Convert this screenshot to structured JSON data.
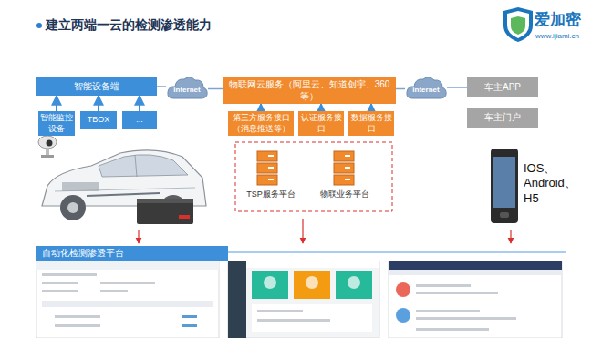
{
  "diagram": {
    "title": "建立两端一云的检测渗透能力",
    "nodes": [
      {
        "text": [
          "智能设备端"
        ]
      },
      {
        "text": [
          "智能监控设备"
        ]
      },
      {
        "text": [
          "TBOX"
        ]
      },
      {
        "text": [
          "..."
        ]
      },
      {
        "text": [
          "internet"
        ]
      },
      {
        "text": [
          "物联网云服务（阿里云、知道创宇、360等）"
        ]
      },
      {
        "text": [
          "第三方服务接口（消息推送等）"
        ]
      },
      {
        "text": [
          "认证服务接口"
        ]
      },
      {
        "text": [
          "数据服务接口"
        ]
      },
      {
        "text": [
          "internet"
        ]
      },
      {
        "text": [
          "车主APP"
        ]
      },
      {
        "text": [
          "车主门户"
        ]
      },
      {
        "text": [
          "自动化检测渗透平台"
        ]
      }
    ],
    "edges": [
      {
        "from": 1,
        "to": 0,
        "arrow": "to"
      },
      {
        "from": 2,
        "to": 0,
        "arrow": "to"
      },
      {
        "from": 3,
        "to": 0,
        "arrow": "to"
      },
      {
        "from": 0,
        "to": 4,
        "arrow": "none"
      },
      {
        "from": 4,
        "to": 5,
        "arrow": "none"
      },
      {
        "from": 6,
        "to": 5,
        "arrow": "to"
      },
      {
        "from": 7,
        "to": 5,
        "arrow": "to"
      },
      {
        "from": 8,
        "to": 5,
        "arrow": "to"
      },
      {
        "from": 5,
        "to": 9,
        "arrow": "none"
      },
      {
        "from": 9,
        "to": 10,
        "arrow": "none"
      }
    ],
    "labels": [
      "爱加密",
      "www.ijiami.cn",
      "TSP服务平台",
      "物联业务平台",
      "IOS、Android、H5"
    ]
  }
}
